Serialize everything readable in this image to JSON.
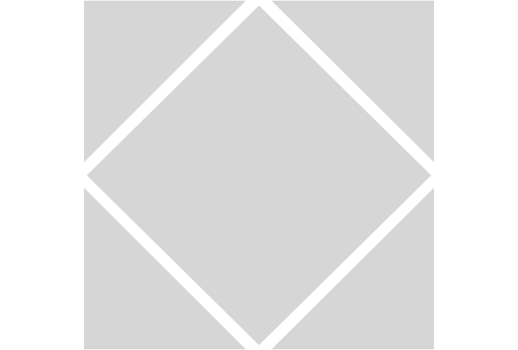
{
  "colors": {
    "background": "#ffffff",
    "tile_fill": "#d6d6d6",
    "gap": "#ffffff"
  },
  "shapes": [
    {
      "name": "tile-top-left",
      "kind": "triangle"
    },
    {
      "name": "tile-top-right",
      "kind": "triangle"
    },
    {
      "name": "tile-bottom-left",
      "kind": "triangle"
    },
    {
      "name": "tile-bottom-right",
      "kind": "triangle"
    },
    {
      "name": "tile-center-diamond",
      "kind": "diamond"
    }
  ]
}
